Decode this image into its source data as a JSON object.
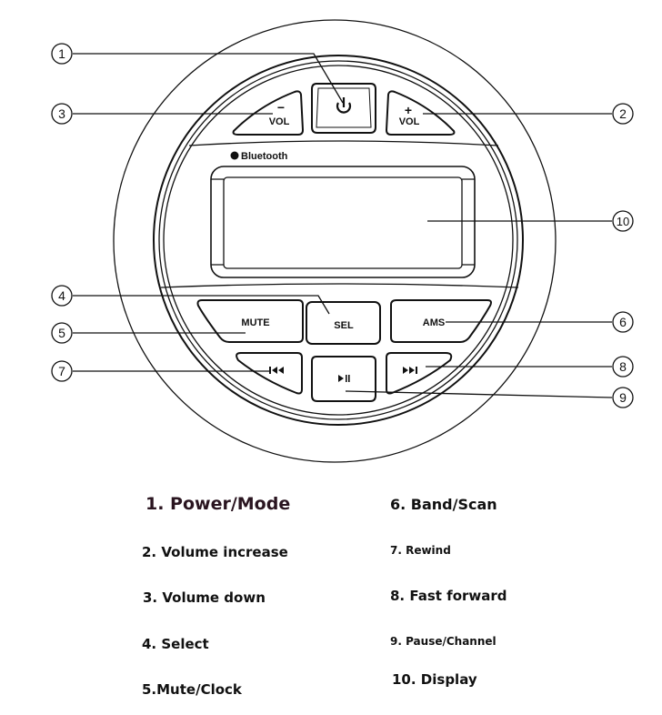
{
  "device": {
    "brand_label": "Bluetooth",
    "buttons": {
      "vol_down": {
        "sign": "−",
        "label": "VOL"
      },
      "vol_up": {
        "sign": "+",
        "label": "VOL"
      },
      "mute": "MUTE",
      "sel": "SEL",
      "ams": "AMS"
    }
  },
  "callouts": [
    "1",
    "2",
    "3",
    "4",
    "5",
    "6",
    "7",
    "8",
    "9",
    "10"
  ],
  "legend": {
    "left": [
      "1. Power/Mode",
      "2. Volume increase",
      "3. Volume down",
      "4. Select",
      "5.Mute/Clock"
    ],
    "right": [
      "6. Band/Scan",
      "7. Rewind",
      "8. Fast forward",
      "9. Pause/Channel",
      "10. Display"
    ]
  },
  "colors": {
    "line": "#111111",
    "legend_title": "#2a1520"
  }
}
